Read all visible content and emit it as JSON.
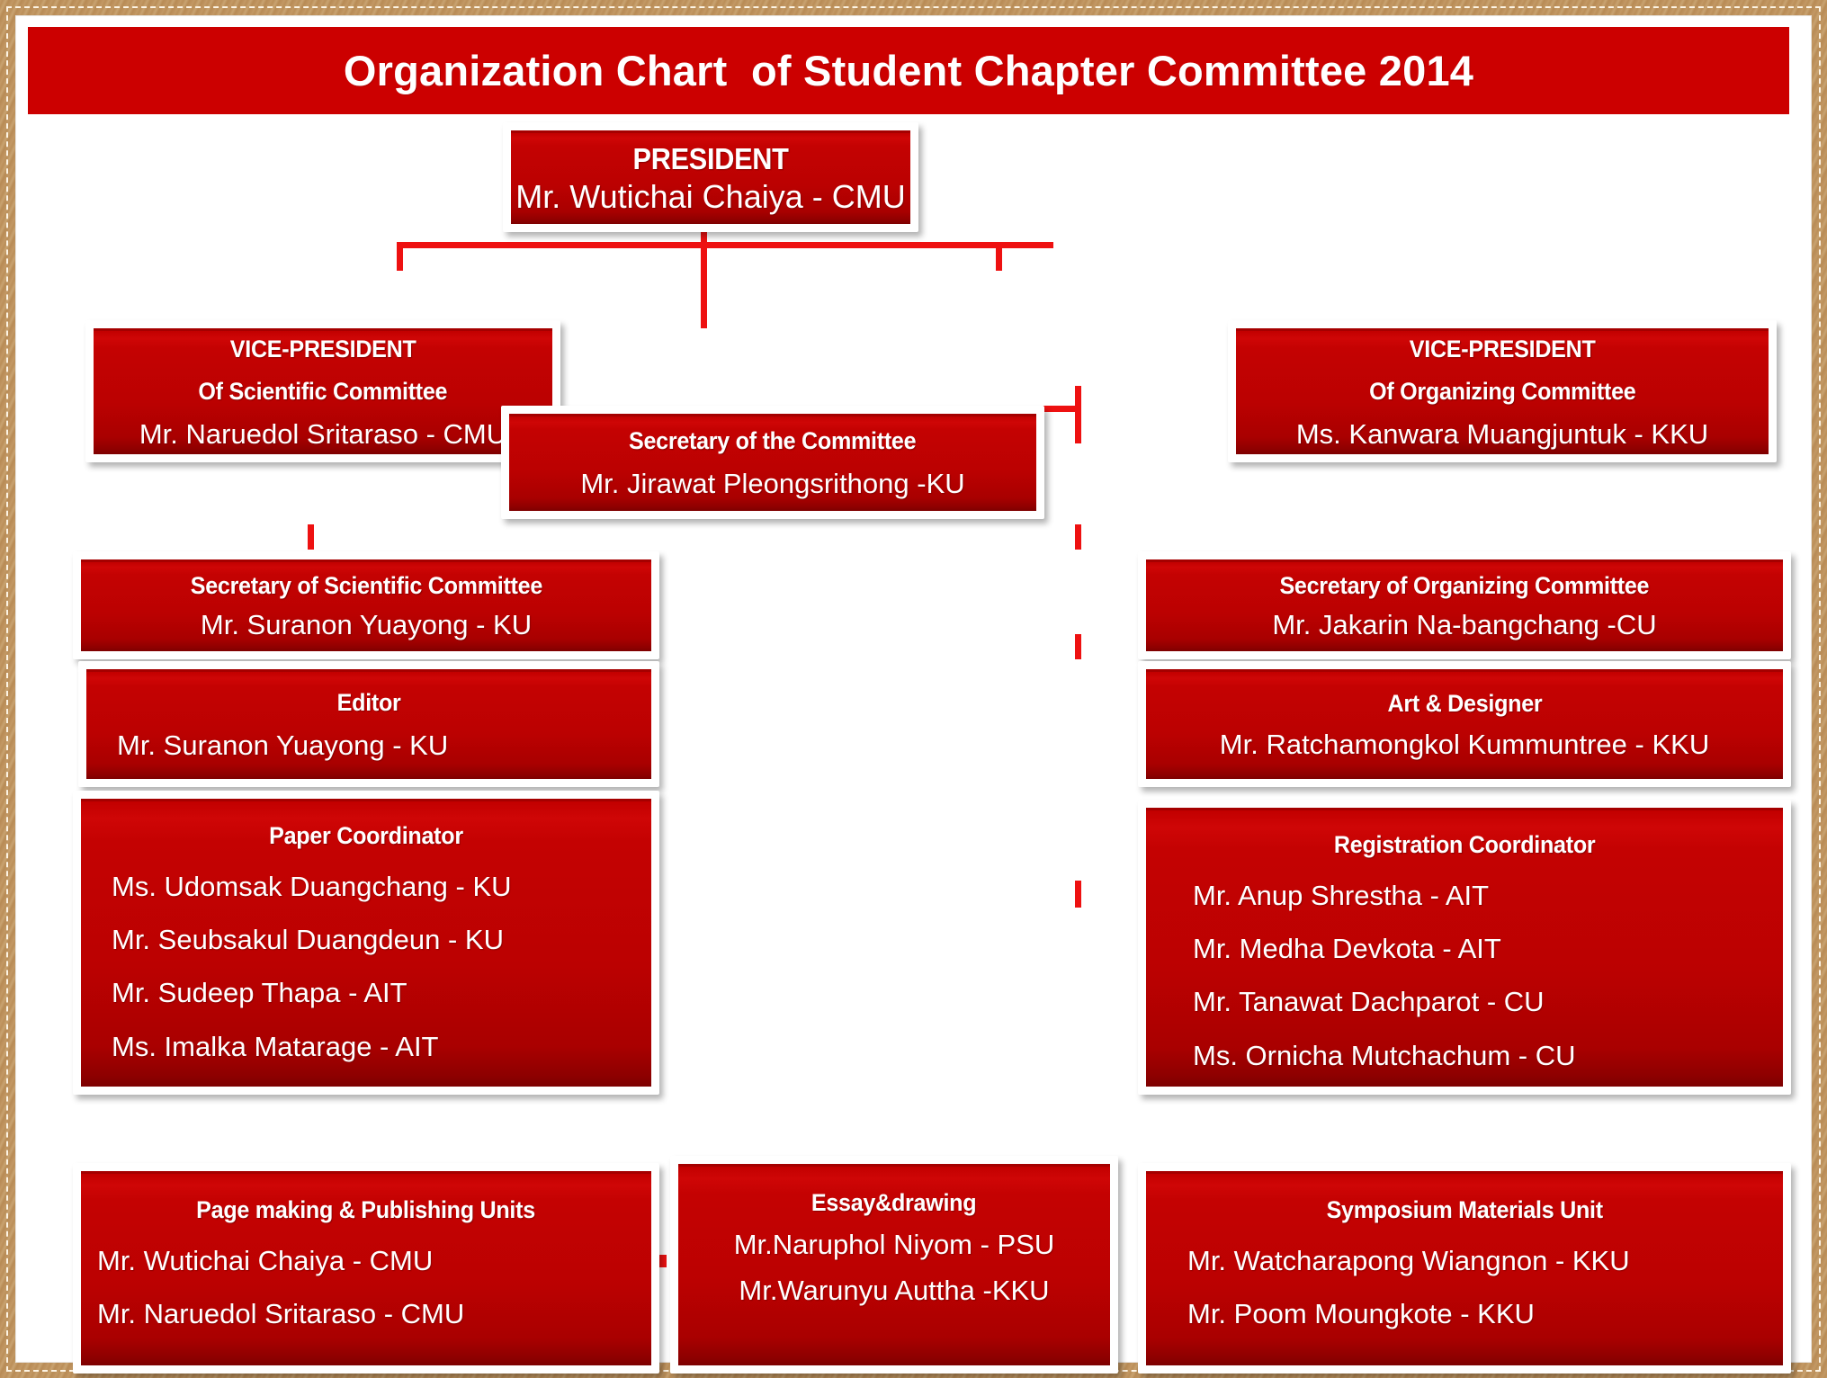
{
  "title": "Organization Chart  of Student Chapter Committee 2014",
  "colors": {
    "banner_red": "#CC0000",
    "box_red": "#BB0101",
    "connector_red": "#EE1111",
    "frame_wood": "#C19662",
    "text_white": "#FFFFFF"
  },
  "nodes": {
    "president": {
      "title": "PRESIDENT",
      "members": [
        "Mr. Wutichai Chaiya - CMU"
      ]
    },
    "vp_scientific": {
      "title_line1": "VICE-PRESIDENT",
      "title_line2": "Of  Scientific Committee",
      "members": [
        "Mr. Naruedol Sritaraso - CMU"
      ]
    },
    "vp_organizing": {
      "title_line1": "VICE-PRESIDENT",
      "title_line2": "Of Organizing  Committee",
      "members": [
        "Ms. Kanwara Muangjuntuk - KKU"
      ]
    },
    "secretary_committee": {
      "title": "Secretary of the Committee",
      "members": [
        "Mr. Jirawat Pleongsrithong -KU"
      ]
    },
    "secretary_scientific": {
      "title": "Secretary of Scientific Committee",
      "members": [
        "Mr. Suranon Yuayong - KU"
      ]
    },
    "editor": {
      "title": "Editor",
      "members": [
        "Mr. Suranon Yuayong - KU"
      ]
    },
    "paper_coordinator": {
      "title": "Paper Coordinator",
      "members": [
        "Ms. Udomsak Duangchang - KU",
        "Mr. Seubsakul Duangdeun - KU",
        "Mr. Sudeep Thapa - AIT",
        "Ms. Imalka Matarage - AIT"
      ]
    },
    "page_making": {
      "title": "Page making & Publishing Units",
      "members": [
        "Mr. Wutichai Chaiya - CMU",
        "Mr. Naruedol Sritaraso - CMU"
      ]
    },
    "essay_drawing": {
      "title": "Essay&drawing",
      "members": [
        "Mr.Naruphol Niyom - PSU",
        "Mr.Warunyu Auttha -KKU"
      ]
    },
    "secretary_organizing": {
      "title": "Secretary of Organizing Committee",
      "members": [
        "Mr. Jakarin Na-bangchang -CU"
      ]
    },
    "art_designer": {
      "title": "Art & Designer",
      "members": [
        "Mr. Ratchamongkol Kummuntree - KKU"
      ]
    },
    "registration_coordinator": {
      "title": "Registration Coordinator",
      "members": [
        "Mr. Anup Shrestha - AIT",
        "Mr. Medha Devkota - AIT",
        "Mr. Tanawat Dachparot - CU",
        "Ms. Ornicha Mutchachum - CU"
      ]
    },
    "symposium_materials": {
      "title": "Symposium Materials Unit",
      "members": [
        "Mr. Watcharapong Wiangnon - KKU",
        "Mr. Poom Moungkote - KKU"
      ]
    }
  }
}
